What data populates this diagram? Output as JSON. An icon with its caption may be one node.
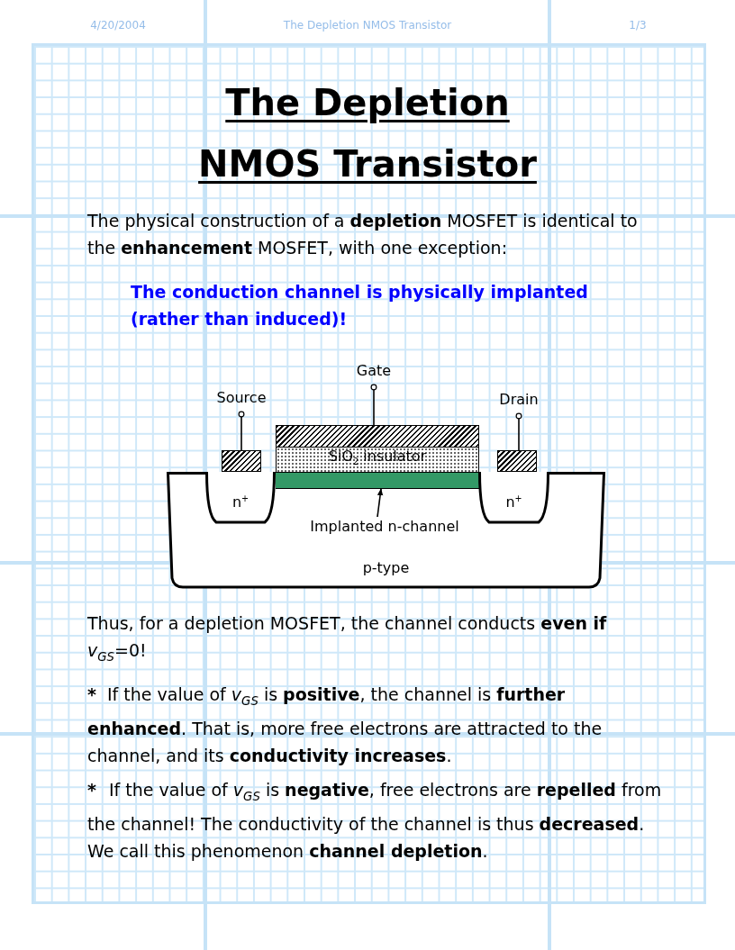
{
  "diagram": {
    "title": "The Depletion NMOS Transistor",
    "nodes": [
      {
        "text": [
          "Gate"
        ]
      },
      {
        "text": [
          "Source"
        ]
      },
      {
        "text": [
          "Drain"
        ]
      },
      {
        "text": [],
        "shape": "box"
      },
      {
        "text": [],
        "shape": "box"
      },
      {
        "text": [],
        "shape": "box"
      },
      {
        "text": [
          "SiO$_{2}$ insulator"
        ]
      },
      {
        "text": [
          "p-type"
        ]
      },
      {
        "text": [
          "n$^{+}$"
        ],
        "in": 7
      },
      {
        "text": [],
        "shape": "bar",
        "in": 7
      },
      {
        "text": [
          "n$^{+}$"
        ],
        "in": 7
      },
      {
        "text": [
          "Implanted n-channel"
        ],
        "in": 7
      }
    ],
    "edges": [
      {
        "from": 1,
        "to": 3,
        "arrow": "other"
      },
      {
        "from": 0,
        "to": 4,
        "arrow": "other"
      },
      {
        "from": 2,
        "to": 5,
        "arrow": "other"
      },
      {
        "from": 11,
        "to": 9,
        "arrow": "to"
      }
    ],
    "labels": [
      "4/20/2004",
      "The Depletion NMOS Transistor",
      "1/3",
      "The physical construction of a **depletion** MOSFET is identical to the **enhancement** MOSFET, with one exception:",
      "The conduction channel is physically implanted (rather than induced)!",
      "Thus, for a depletion MOSFET, the channel conducts **even if** *v*$_{GS}$=0!",
      "*",
      "If the value of *v*$_{GS}$ is **positive**, the channel is **further enhanced**.  That is, more free electrons are attracted to the channel, and its **conductivity increases**.",
      "*",
      "If the value of *v*$_{GS}$ is **negative**, free electrons are **repelled** from the channel!  The conductivity of the channel is thus **decreased**.  We call this phenomenon **channel depletion**."
    ]
  }
}
